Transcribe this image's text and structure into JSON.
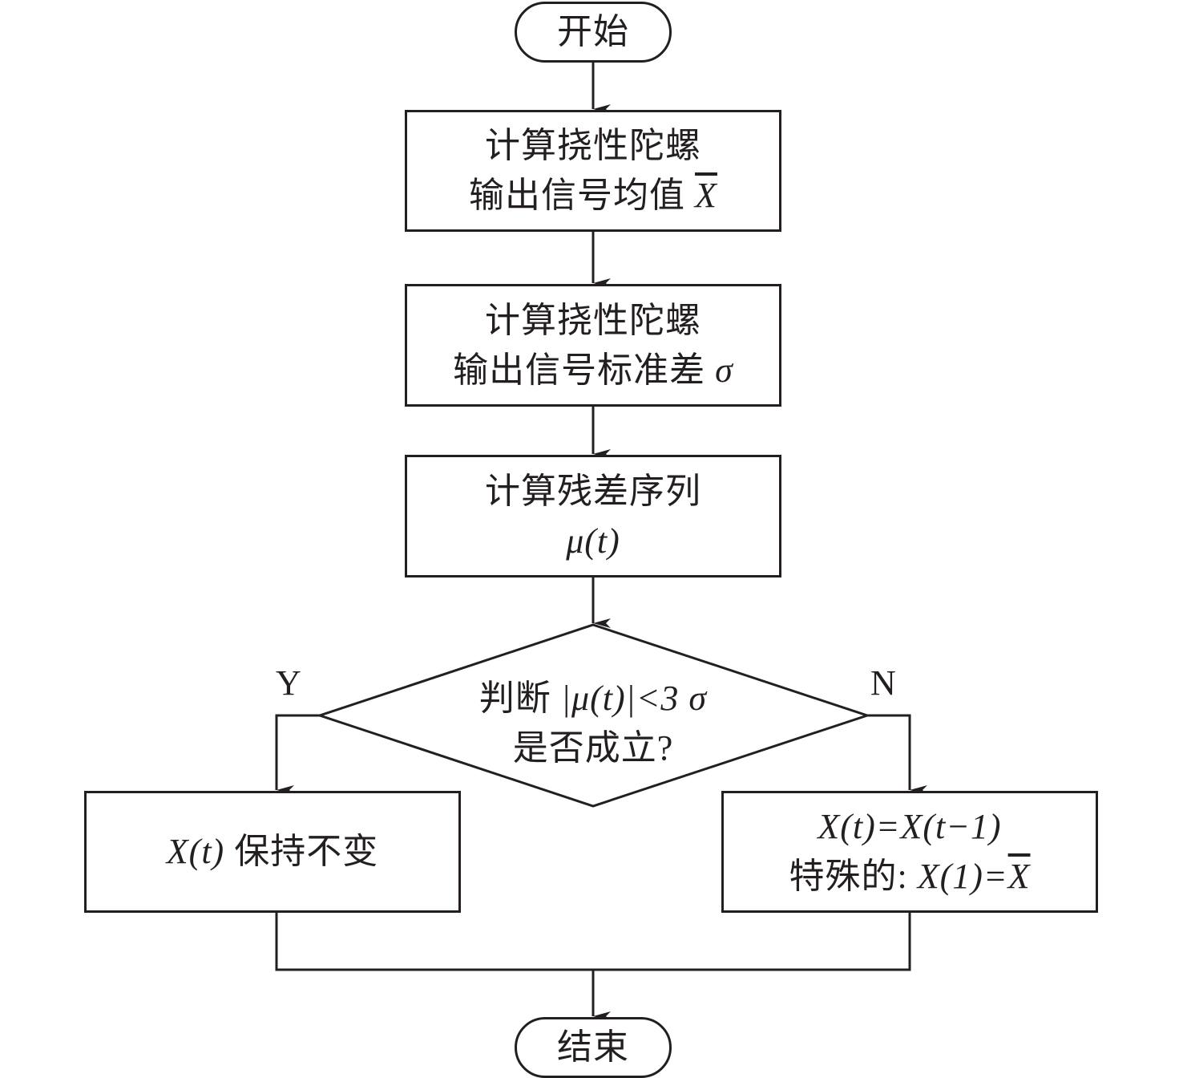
{
  "flowchart": {
    "start": {
      "label": "开始"
    },
    "end": {
      "label": "结束"
    },
    "step1": {
      "line1": "计算挠性陀螺",
      "line2_prefix": "输出信号均值 ",
      "line2_math": "X"
    },
    "step2": {
      "line1": "计算挠性陀螺",
      "line2_prefix": "输出信号标准差 ",
      "line2_math": "σ"
    },
    "step3": {
      "line1": "计算残差序列",
      "line2_math": "μ(t)"
    },
    "decision": {
      "line1_prefix": "判断 ",
      "line1_math": "|μ(t)|<3 σ",
      "line2": "是否成立?"
    },
    "branch_yes": {
      "label": "Y",
      "box": {
        "math": "X(t)",
        "text": " 保持不变"
      }
    },
    "branch_no": {
      "label": "N",
      "box": {
        "line1_math": "X(t)=X(t−1)",
        "line2_prefix": "特殊的: ",
        "line2_math": "X(1)=",
        "line2_bar": "X"
      }
    }
  }
}
